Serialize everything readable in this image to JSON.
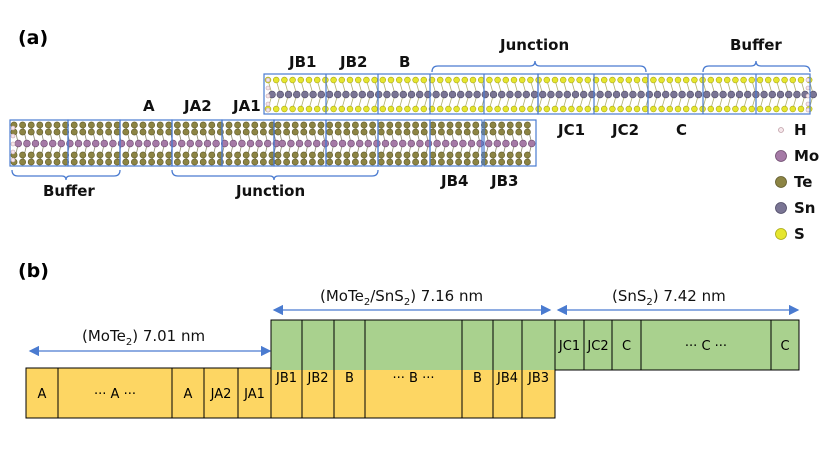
{
  "panel_a": {
    "label": "(a)",
    "top_labels": [
      "JB1",
      "JB2",
      "B",
      "Junction",
      "Buffer"
    ],
    "mid_labels": [
      "A",
      "JA2",
      "JA1"
    ],
    "right_labels": [
      "JC1",
      "JC2",
      "C"
    ],
    "bottom_labels": [
      "JB4",
      "JB3"
    ],
    "buffer_left": "Buffer",
    "junction_left": "Junction",
    "legend": [
      {
        "symbol": "H",
        "color": "#f5e6ea",
        "stroke": "#c0a0a8"
      },
      {
        "symbol": "Mo",
        "color": "#a57aa6",
        "stroke": "#6d4b6e"
      },
      {
        "symbol": "Te",
        "color": "#8c8444",
        "stroke": "#5f5a2a"
      },
      {
        "symbol": "Sn",
        "color": "#7a7594",
        "stroke": "#4e4a66"
      },
      {
        "symbol": "S",
        "color": "#e6e62e",
        "stroke": "#a8a814"
      }
    ]
  },
  "panel_b": {
    "label": "(b)",
    "region_mote2": {
      "prefix": "(MoTe",
      "sub": "2",
      "suffix": ") 7.01 nm"
    },
    "region_het": {
      "p1": "(MoTe",
      "s1": "2",
      "p2": "/SnS",
      "s2": "2",
      "p3": ") 7.16 nm"
    },
    "region_sns2": {
      "prefix": "(SnS",
      "sub": "2",
      "suffix": ") 7.42 nm"
    },
    "yellow_left_cells": [
      "A",
      "··· A ···",
      "A",
      "JA2",
      "JA1"
    ],
    "yellow_mid_cells": [
      "JB1",
      "JB2",
      "B",
      "··· B ···",
      "B",
      "JB4",
      "JB3"
    ],
    "green_right_cells": [
      "JC1",
      "JC2",
      "C",
      "··· C ···",
      "C"
    ],
    "colors": {
      "yellow": "#fdd663",
      "green": "#a9d18e",
      "arrow": "#4a7bd0",
      "bracket": "#4a7bd0"
    }
  }
}
